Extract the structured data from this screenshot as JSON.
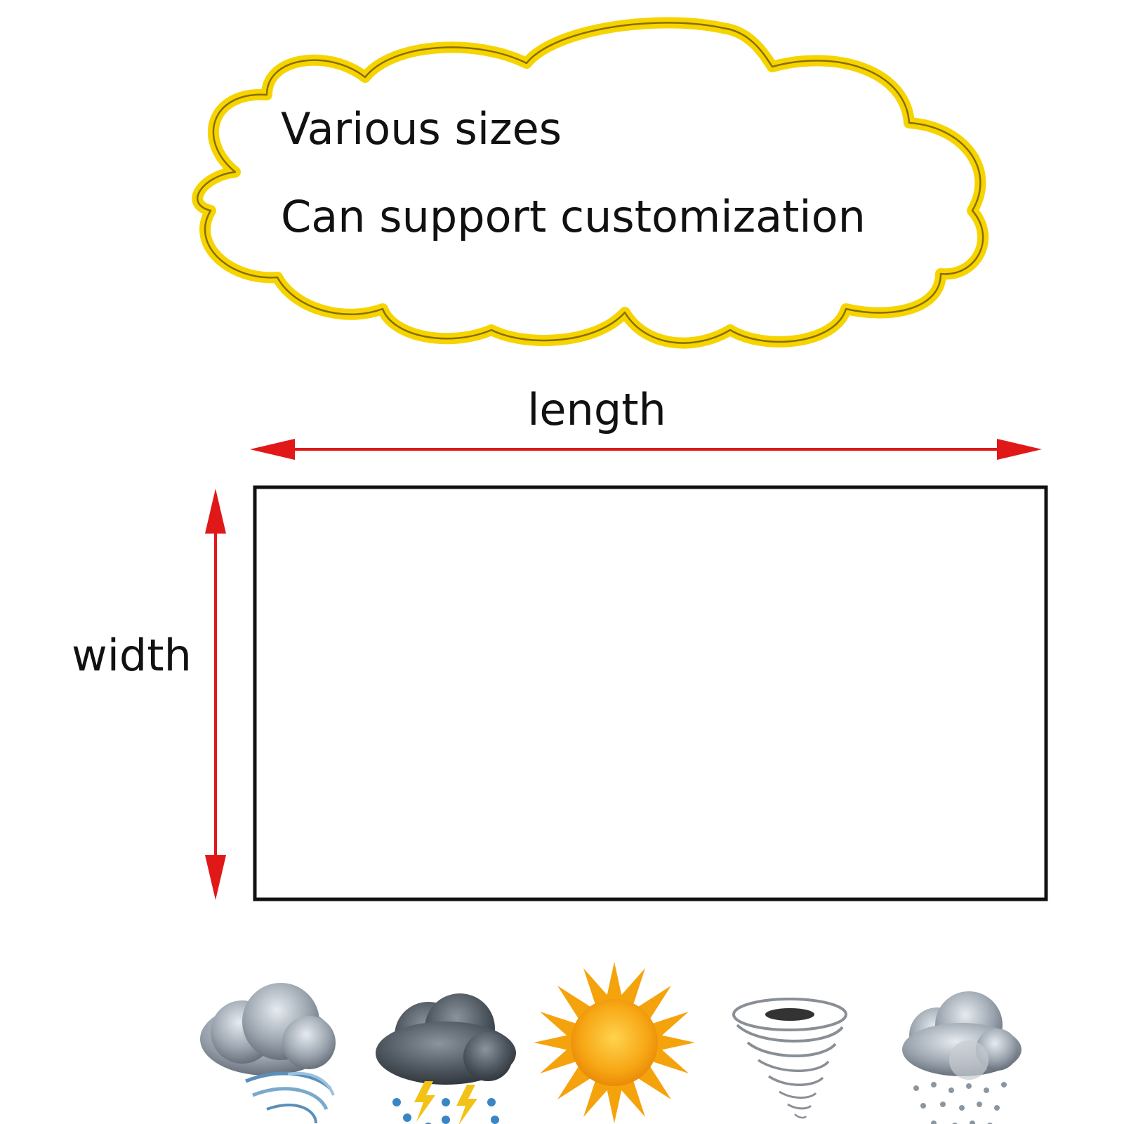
{
  "callout": {
    "line1": "Various sizes",
    "line2": "Can support customization",
    "outline_color": "#f5d400",
    "inner_border_color": "#8a6d00"
  },
  "dimensions": {
    "length_label": "length",
    "width_label": "width",
    "arrow_color": "#e01818",
    "box_border_color": "#111111"
  },
  "weather_icons": [
    {
      "name": "windy-cloud-icon"
    },
    {
      "name": "thunderstorm-icon"
    },
    {
      "name": "sun-icon"
    },
    {
      "name": "tornado-icon"
    },
    {
      "name": "rain-cloud-icon"
    }
  ]
}
